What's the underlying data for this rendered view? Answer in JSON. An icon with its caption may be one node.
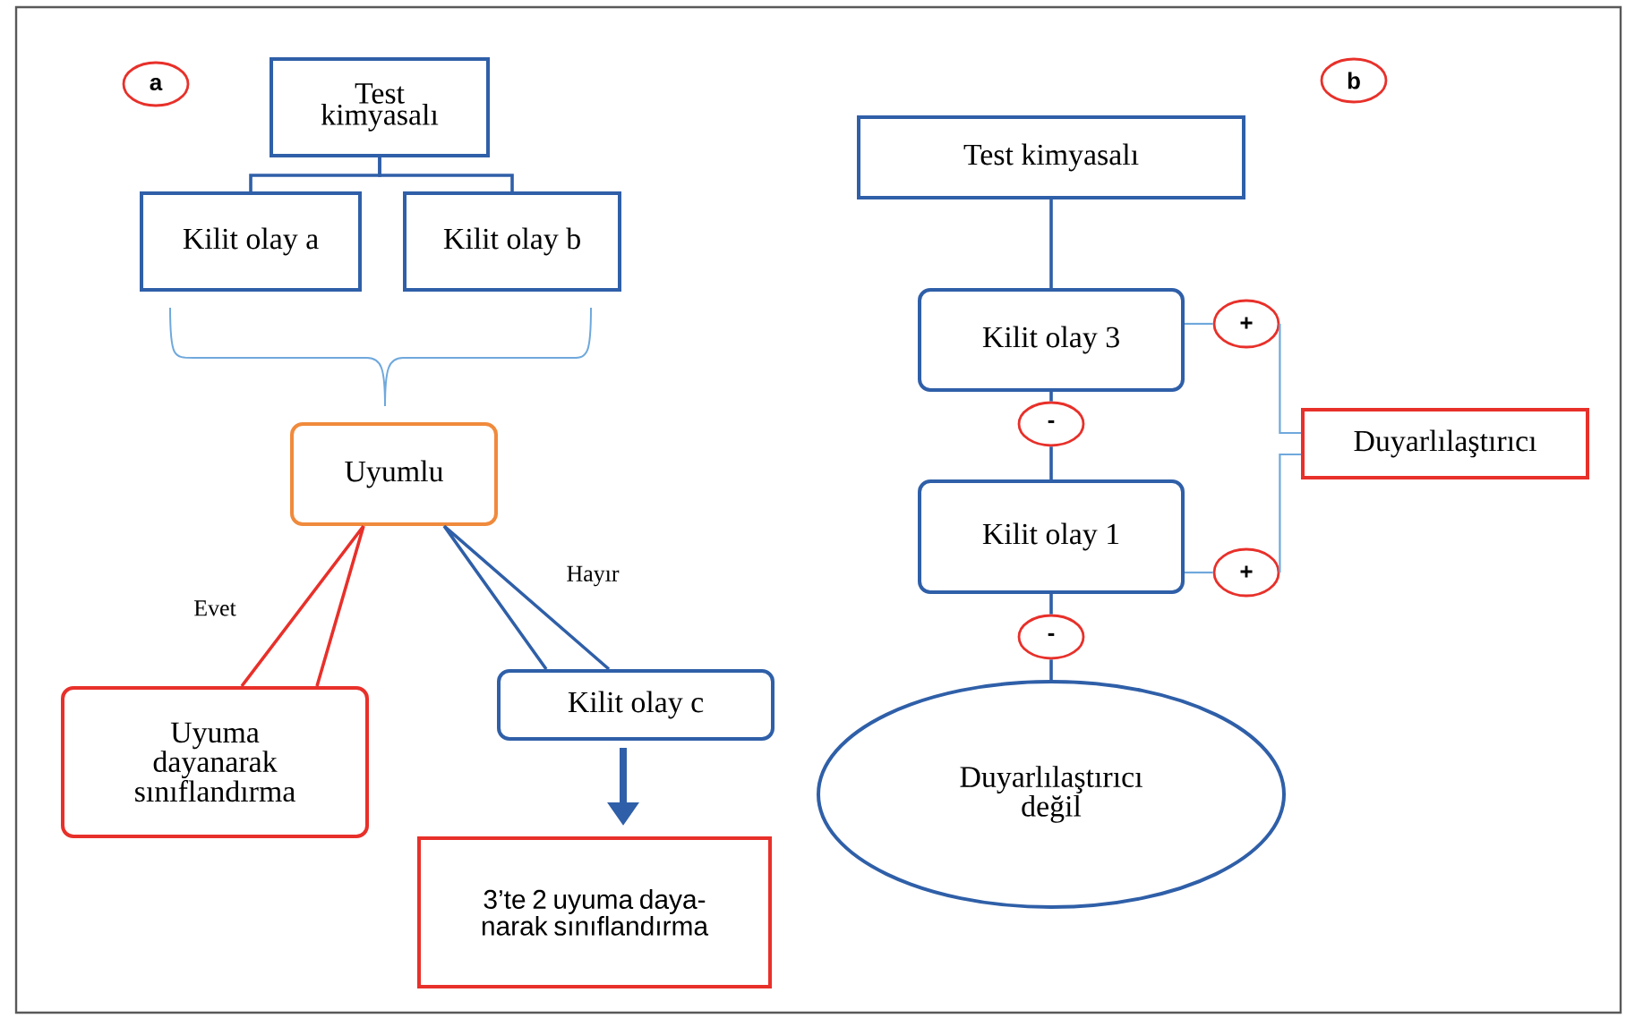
{
  "diagram": {
    "nodes": [
      {
        "text": [
          "a"
        ]
      },
      {
        "text": [
          "Test kimyasalı"
        ]
      },
      {
        "text": [
          "Kilit olay a"
        ]
      },
      {
        "text": [
          "Kilit olay b"
        ]
      },
      {
        "text": [
          "Uyumlu"
        ]
      },
      {
        "text": [
          "Uyuma dayanarak sınıflandırma"
        ]
      },
      {
        "text": [
          "Kilit olay c"
        ]
      },
      {
        "text": [
          "3’te 2 uyuma daya- narak sınıflandırma"
        ]
      },
      {
        "text": [
          "b"
        ]
      },
      {
        "text": [
          "Test kimyasalı"
        ]
      },
      {
        "text": [
          "Kilit olay 3"
        ]
      },
      {
        "text": [
          "-"
        ]
      },
      {
        "text": [
          "Kilit olay 1"
        ]
      },
      {
        "text": [
          "-"
        ]
      },
      {
        "text": [
          "Duyarlılaştırıcı değil"
        ]
      },
      {
        "text": [
          "+"
        ]
      },
      {
        "text": [
          "+"
        ]
      },
      {
        "text": [
          "Duyarlılaştırıcı"
        ]
      }
    ],
    "edges": [
      {
        "from": 1,
        "to": 2,
        "arrow": "none"
      },
      {
        "from": 1,
        "to": 3,
        "arrow": "none"
      },
      {
        "from": 4,
        "to": 5,
        "arrow": "none",
        "label": "Evet",
        "color": "#e8302a"
      },
      {
        "from": 4,
        "to": 6,
        "arrow": "none",
        "label": "Hayır"
      },
      {
        "from": 6,
        "to": 7,
        "arrow": "to",
        "style": "thick"
      },
      {
        "from": 9,
        "to": 10,
        "arrow": "none"
      },
      {
        "from": 10,
        "to": 11,
        "arrow": "none"
      },
      {
        "from": 11,
        "to": 12,
        "arrow": "none"
      },
      {
        "from": 12,
        "to": 13,
        "arrow": "none"
      },
      {
        "from": 13,
        "to": 14,
        "arrow": "none"
      },
      {
        "from": 10,
        "to": 15,
        "arrow": "none",
        "color": "#6fa8dc"
      },
      {
        "from": 12,
        "to": 16,
        "arrow": "none",
        "color": "#6fa8dc"
      },
      {
        "from": 15,
        "to": 17,
        "arrow": "none",
        "color": "#6fa8dc"
      },
      {
        "from": 16,
        "to": 17,
        "arrow": "none",
        "color": "#6fa8dc"
      }
    ]
  }
}
